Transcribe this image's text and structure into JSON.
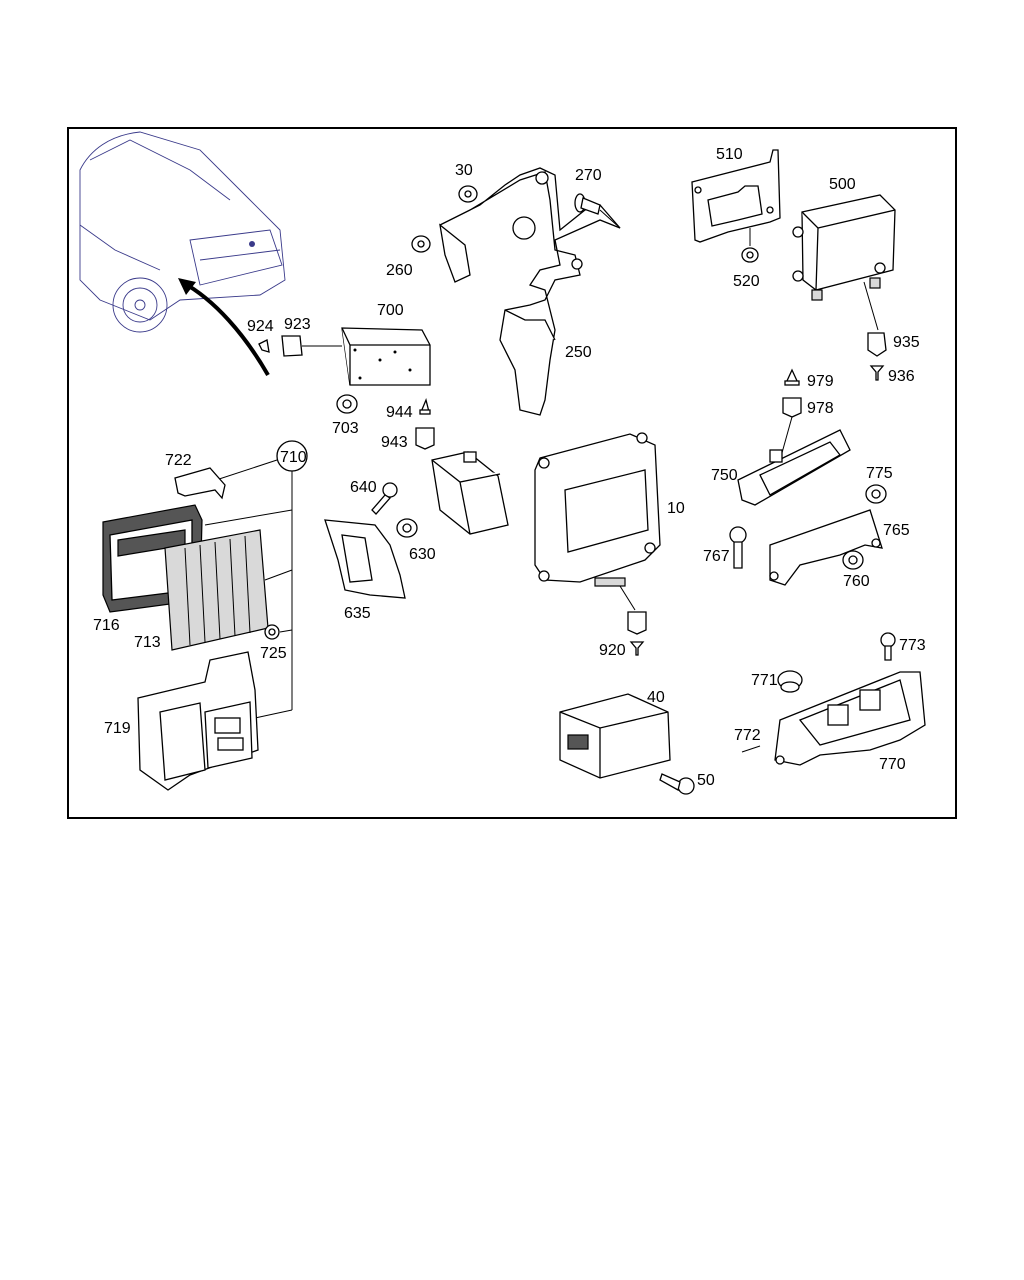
{
  "diagram": {
    "labels": {
      "p10": "10",
      "p30": "30",
      "p40": "40",
      "p50": "50",
      "p250": "250",
      "p260": "260",
      "p270": "270",
      "p500": "500",
      "p510": "510",
      "p520": "520",
      "p630": "630",
      "p635": "635",
      "p640": "640",
      "p700": "700",
      "p703": "703",
      "p710": "710",
      "p713": "713",
      "p716": "716",
      "p719": "719",
      "p722": "722",
      "p725": "725",
      "p750": "750",
      "p760": "760",
      "p765": "765",
      "p767": "767",
      "p770": "770",
      "p771": "771",
      "p772": "772",
      "p773": "773",
      "p775": "775",
      "p920": "920",
      "p923": "923",
      "p924": "924",
      "p935": "935",
      "p936": "936",
      "p943": "943",
      "p944": "944",
      "p978": "978",
      "p979": "979"
    }
  }
}
